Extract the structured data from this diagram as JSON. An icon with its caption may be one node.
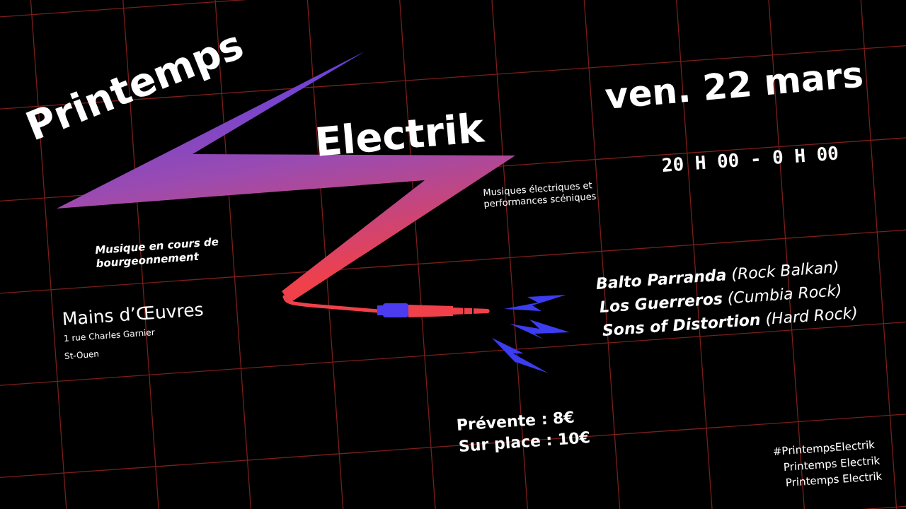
{
  "diagram": {
    "labels": [
      "Printemps",
      "Electrik",
      "ven. 22 mars",
      "20 H 00 - 0 H 00",
      "Musiques électriques et performances scéniques",
      "Musique en cours de bourgeonnement",
      "**Balto Parranda** (Rock Balkan)",
      "**Los Guerreros** (Cumbia Rock)",
      "**Sons of Distortion** (Hard Rock)",
      "Mains d’Œuvres",
      "1 rue Charles Garnier",
      "St-Ouen",
      "Prévente : 8€",
      "Sur place : 10€",
      "#PrintempsElectrik",
      "Printemps Electrik",
      "Printemps Electrik"
    ]
  }
}
